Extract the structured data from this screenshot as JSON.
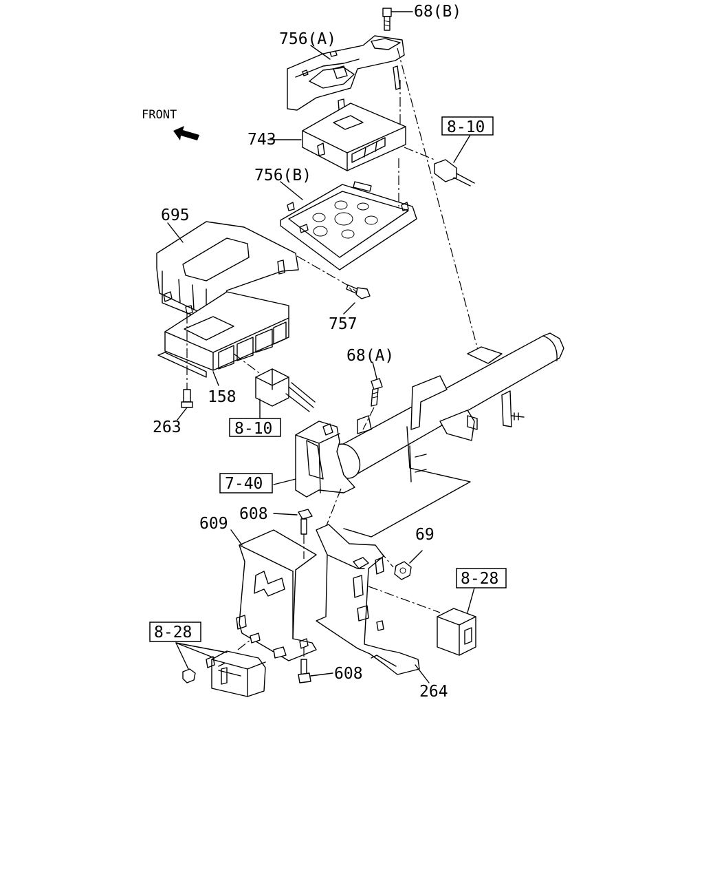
{
  "front_label": "FRONT",
  "parts": {
    "p68b": "68(B)",
    "p756a": "756(A)",
    "p743": "743",
    "p756b": "756(B)",
    "p695": "695",
    "p757": "757",
    "p158": "158",
    "p263": "263",
    "p68a": "68(A)",
    "p608_top": "608",
    "p609": "609",
    "p69": "69",
    "p608_bottom": "608",
    "p264": "264"
  },
  "refs": {
    "r810_top": "8-10",
    "r810_left": "8-10",
    "r740": "7-40",
    "r828_right": "8-28",
    "r828_left": "8-28"
  }
}
